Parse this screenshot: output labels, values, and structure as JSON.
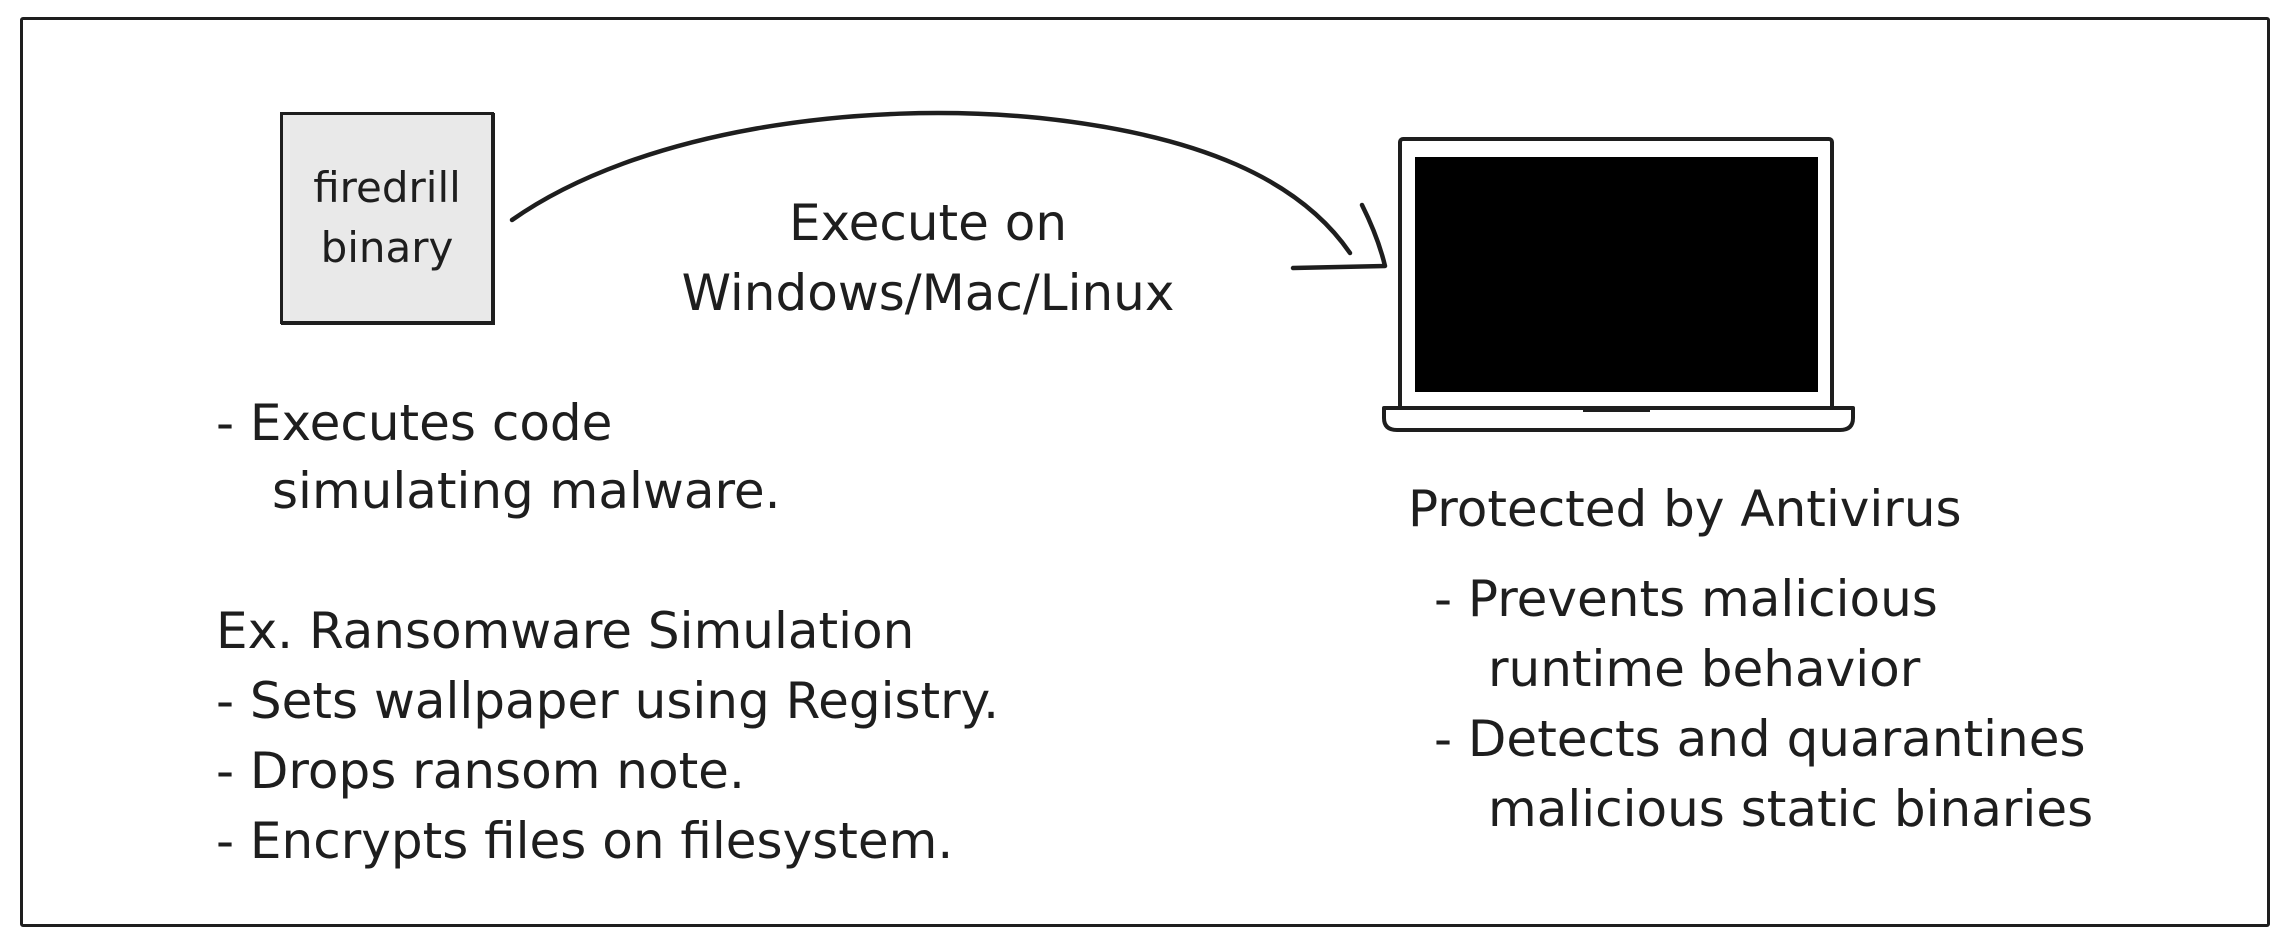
{
  "binary_box": {
    "line1": "firedrill",
    "line2": "binary"
  },
  "arrow_label": {
    "line1": "Execute on",
    "line2": "Windows/Mac/Linux"
  },
  "left_notes": {
    "line1": "- Executes code",
    "line2": "simulating malware.",
    "example_title": "Ex. Ransomware Simulation",
    "items": [
      "- Sets wallpaper using Registry.",
      "- Drops ransom note.",
      "- Encrypts files on filesystem."
    ]
  },
  "right_notes": {
    "title": "Protected by Antivirus",
    "item1_line1": "- Prevents malicious",
    "item1_line2": "runtime behavior",
    "item2_line1": "- Detects and quarantines",
    "item2_line2": "malicious static binaries"
  },
  "icons": {
    "laptop": "laptop-icon",
    "arrow": "curved-arrow-icon"
  },
  "colors": {
    "stroke": "#1e1e1e",
    "box_fill": "#e9e9e9",
    "screen": "#000000"
  }
}
